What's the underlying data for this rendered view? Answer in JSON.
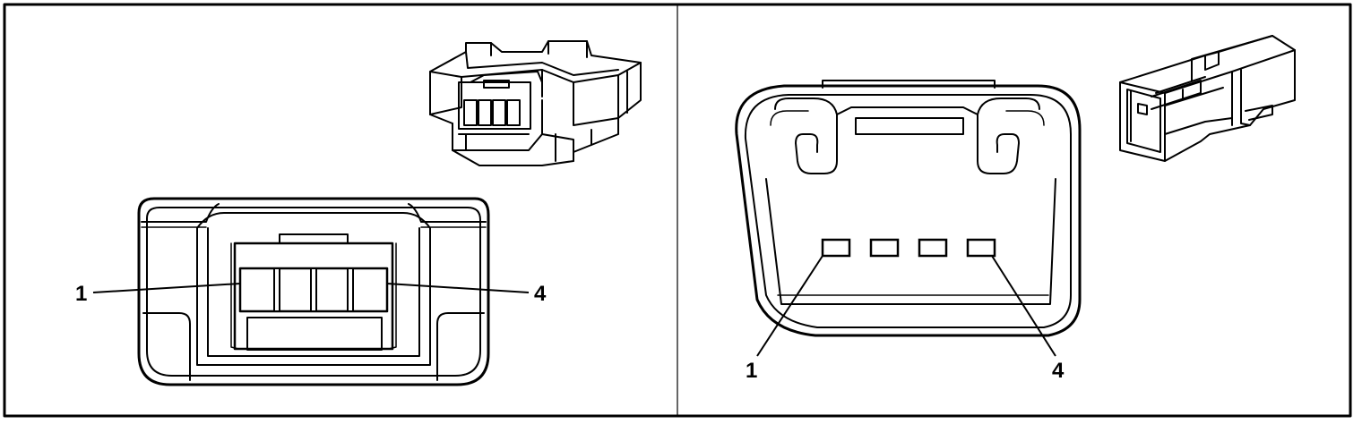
{
  "panels": [
    {
      "id": "left",
      "pin_labels": {
        "first": "1",
        "last": "4"
      },
      "pin_count": 4
    },
    {
      "id": "right",
      "pin_labels": {
        "first": "1",
        "last": "4"
      },
      "pin_count": 4
    }
  ],
  "colors": {
    "line": "#000000",
    "background": "#ffffff"
  }
}
